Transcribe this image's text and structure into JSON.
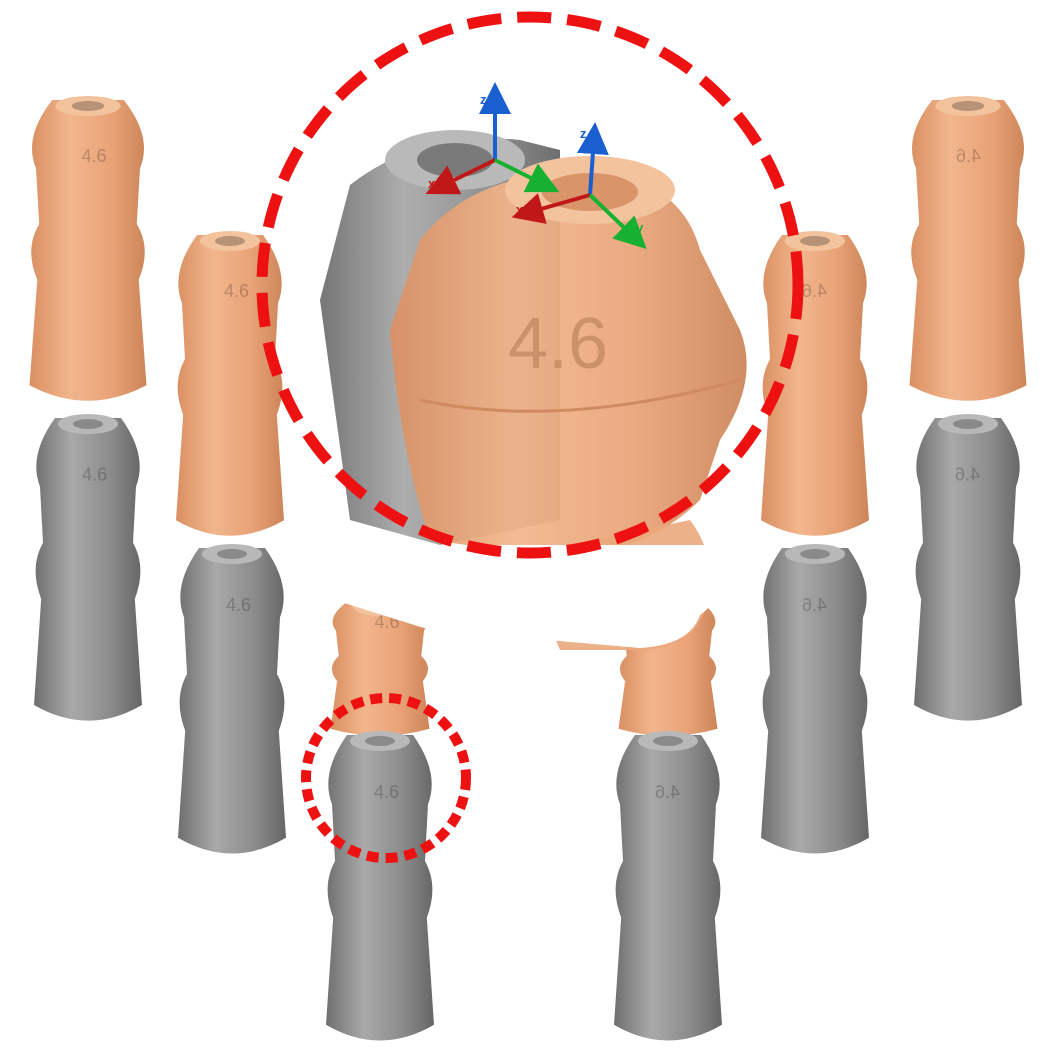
{
  "engraving": {
    "size_label": "4.6"
  },
  "axes": {
    "x": "x",
    "y": "y",
    "z": "z"
  },
  "colors": {
    "copper": "#e8a57a",
    "copper_dark": "#c98a62",
    "steel": "#8f8f8f",
    "steel_dark": "#6e6e6e",
    "highlight": "#ee1111",
    "axis_x": "#c01818",
    "axis_y": "#18b030",
    "axis_z": "#1a5fd0"
  }
}
